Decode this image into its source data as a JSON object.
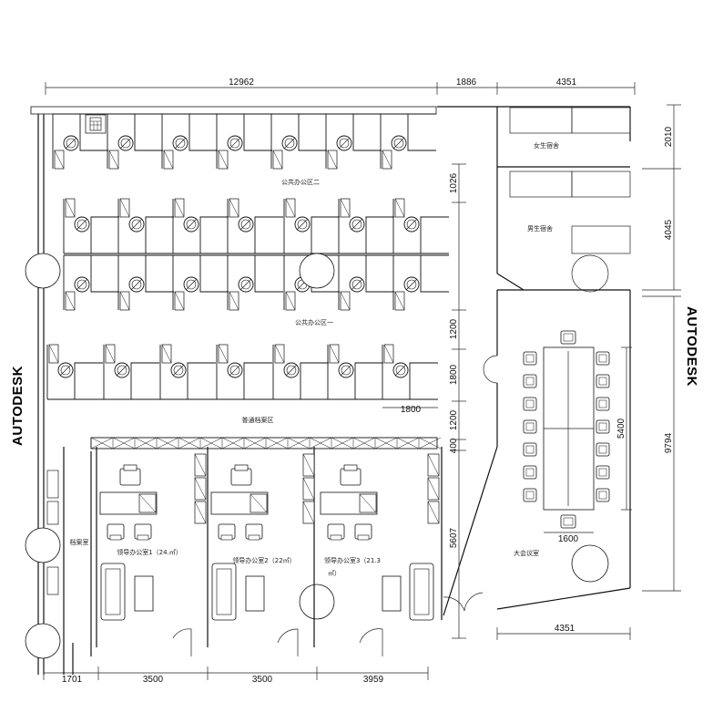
{
  "brand": {
    "left": "AUTODESK",
    "right": "AUTODESK"
  },
  "dimensions": {
    "top": [
      "12962",
      "1886",
      "4351"
    ],
    "right_upper": [
      "2010",
      "4045"
    ],
    "right_total": "9794",
    "middle_vertical": [
      "1026",
      "1200",
      "1800",
      "1200",
      "400",
      "5607"
    ],
    "desk_width": "1800",
    "bottom": [
      "1701",
      "3500",
      "3500",
      "3959"
    ],
    "meeting_bottom": "4351",
    "meeting_table_length": "5400",
    "meeting_table_width": "1600"
  },
  "rooms": {
    "female_dorm": "女生宿舍",
    "male_dorm": "男生宿舍",
    "public_office_2": "公共办公区二",
    "public_office_1": "公共办公区一",
    "archive_general": "普通档案区",
    "archive_room": "档案室",
    "leader_office_1": "领导办公室1（24.㎡）",
    "leader_office_2": "领导办公室2（22㎡）",
    "leader_office_3a": "领导办公室3（21.3",
    "leader_office_3b": "㎡）",
    "meeting_room": "大会议室"
  },
  "icons": [
    "calculator-icon",
    "office-chair-icon",
    "sofa-icon",
    "plant-icon",
    "door-icon"
  ]
}
